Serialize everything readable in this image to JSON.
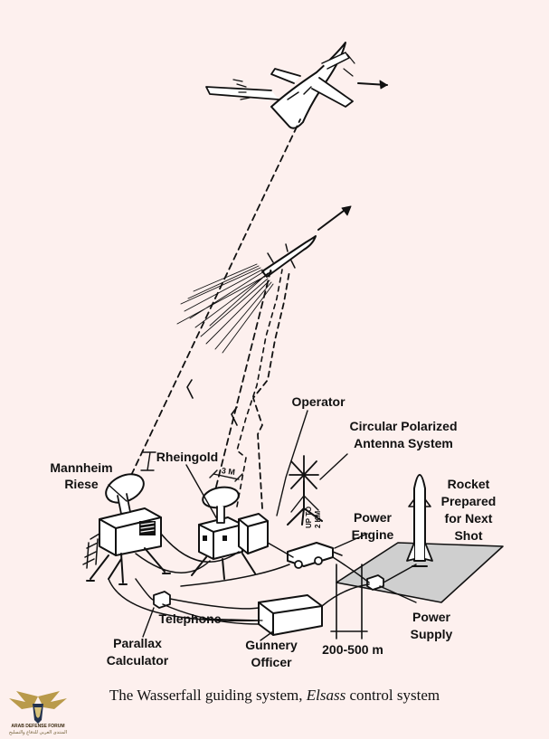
{
  "labels": {
    "operator": "Operator",
    "antenna_1": "Circular Polarized",
    "antenna_2": "Antenna System",
    "mannheim_1": "Mannheim",
    "mannheim_2": "Riese",
    "rheingold": "Rheingold",
    "rocket_1": "Rocket",
    "rocket_2": "Prepared",
    "rocket_3": "for Next",
    "rocket_4": "Shot",
    "power_engine_1": "Power",
    "power_engine_2": "Engine",
    "power_supply_1": "Power",
    "power_supply_2": "Supply",
    "telephone": "Telephone",
    "parallax_1": "Parallax",
    "parallax_2": "Calculator",
    "gunnery_1": "Gunnery",
    "gunnery_2": "Officer",
    "distance": "200-500 m",
    "spacing_small": "3 M",
    "spacing_up": "UP TO",
    "spacing_km": "2 KM"
  },
  "caption": {
    "prefix": "The Wasserfall guiding system, ",
    "emphasis": "Elsass",
    "suffix": " control system"
  },
  "logo": {
    "line1": "ARAB DEFENSE FORUM",
    "line2": "المنتدى العربي للدفاع والتسليح"
  },
  "colors": {
    "background": "#fdf0ee",
    "ink": "#111111"
  }
}
